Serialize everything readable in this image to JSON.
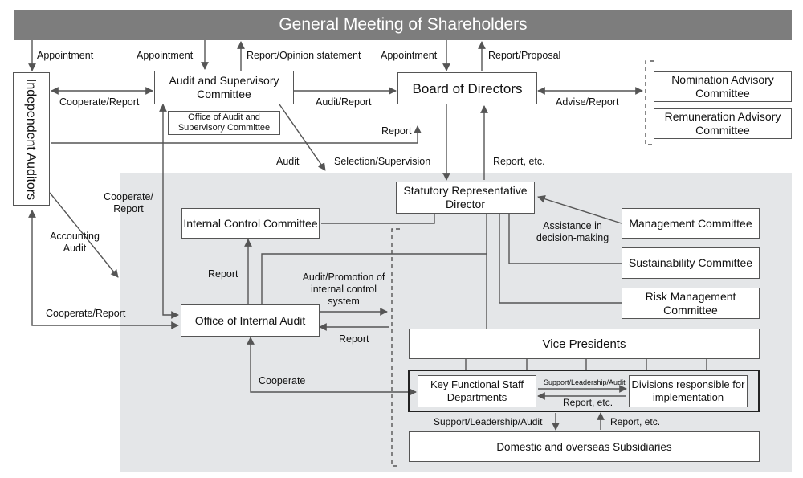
{
  "header": "General Meeting of Shareholders",
  "boxes": {
    "independent_auditors": "Independent Auditors",
    "audit_committee": "Audit and Supervisory Committee",
    "office_audit": "Office of Audit and Supervisory Committee",
    "board": "Board of Directors",
    "nomination": "Nomination Advisory Committee",
    "remuneration": "Remuneration Advisory Committee",
    "statutory": "Statutory Representative Director",
    "internal_control": "Internal Control Committee",
    "management": "Management Committee",
    "sustainability": "Sustainability Committee",
    "risk": "Risk Management Committee",
    "internal_audit": "Office of Internal Audit",
    "vice_presidents": "Vice Presidents",
    "key_functional": "Key Functional Staff Departments",
    "divisions": "Divisions responsible for implementation",
    "subsidiaries": "Domestic and overseas Subsidiaries"
  },
  "labels": {
    "appointment_1": "Appointment",
    "appointment_2": "Appointment",
    "report_opinion": "Report/Opinion statement",
    "appointment_3": "Appointment",
    "report_proposal": "Report/Proposal",
    "cooperate_report_1": "Cooperate/Report",
    "audit_report": "Audit/Report",
    "advise_report": "Advise/Report",
    "report_1": "Report",
    "audit": "Audit",
    "selection_supervision": "Selection/Supervision",
    "report_etc_1": "Report, etc.",
    "cooperate_report_2": "Cooperate/ Report",
    "assistance": "Assistance in decision-making",
    "accounting_audit": "Accounting Audit",
    "report_2": "Report",
    "audit_promotion": "Audit/Promotion of internal control system",
    "cooperate_report_3": "Cooperate/Report",
    "report_3": "Report",
    "cooperate": "Cooperate",
    "support_leadership_small": "Support/Leadership/Audit",
    "report_etc_2": "Report, etc.",
    "support_leadership": "Support/Leadership/Audit",
    "report_etc_3": "Report, etc."
  }
}
